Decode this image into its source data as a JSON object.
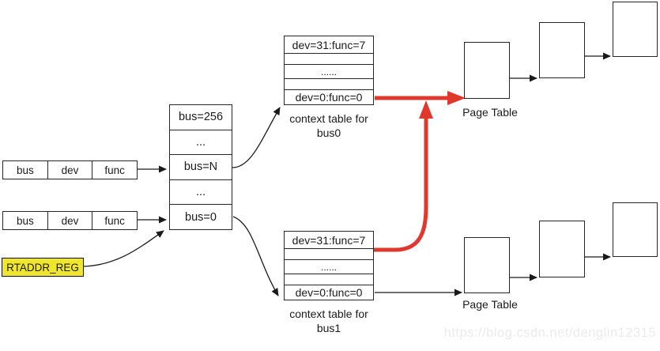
{
  "colors": {
    "highlight_red": "#e0382d",
    "rtaddr_yellow": "#f0e62e",
    "line_black": "#1a1a1a"
  },
  "requests": {
    "request1": [
      "bus",
      "dev",
      "func"
    ],
    "request2": [
      "bus",
      "dev",
      "func"
    ]
  },
  "rtaddr_reg": {
    "label": "RTADDR_REG"
  },
  "root_table": {
    "rows": [
      "bus=256",
      "...",
      "bus=N",
      "...",
      "bus=0"
    ]
  },
  "context_tables": {
    "bus0": {
      "rows": [
        "dev=31:func=7",
        "",
        "......",
        "",
        "dev=0:func=0"
      ],
      "caption_line1": "context table for",
      "caption_line2": "bus0"
    },
    "bus1": {
      "rows": [
        "dev=31:func=7",
        "",
        "......",
        "",
        "dev=0:func=0"
      ],
      "caption_line1": "context table for",
      "caption_line2": "bus1"
    }
  },
  "page_tables": {
    "top_caption": "Page Table",
    "bottom_caption": "Page Table"
  },
  "watermark": "https://blog.csdn.net/denglin12315"
}
